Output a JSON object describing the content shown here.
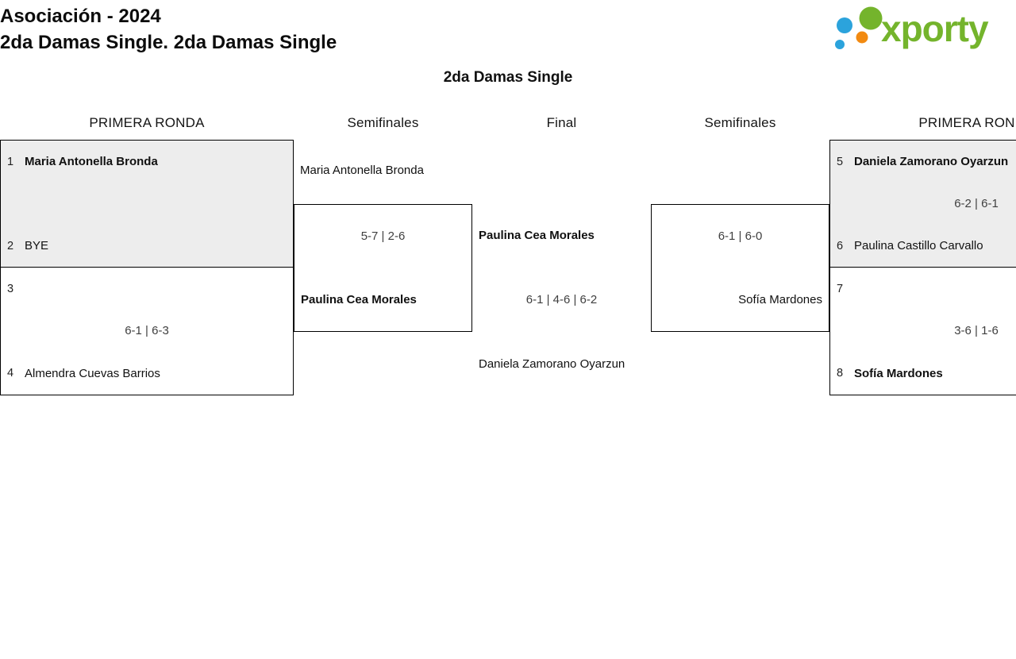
{
  "header": {
    "event_title": "Asociación - 2024",
    "category_title": "2da Damas Single. 2da Damas Single",
    "logo_text": "xporty"
  },
  "bracket": {
    "title": "2da Damas Single",
    "round_headers": [
      "PRIMERA RONDA",
      "Semifinales",
      "Final",
      "Semifinales",
      "PRIMERA RONDA"
    ]
  },
  "matches": {
    "left_r1_m1": {
      "seed_top": "1",
      "player_top": "Maria Antonella Bronda",
      "score": "",
      "seed_bottom": "2",
      "player_bottom": "BYE"
    },
    "left_r1_m2": {
      "seed_top": "3",
      "player_top": "",
      "score": "6-1 | 6-3",
      "seed_bottom": "4",
      "player_bottom": "Almendra Cuevas Barrios"
    },
    "left_semifinal": {
      "player_top": "Maria Antonella Bronda",
      "score": "5-7 | 2-6",
      "player_bottom": "Paulina Cea Morales"
    },
    "final": {
      "player_top": "Paulina Cea Morales",
      "score": "6-1 | 4-6 | 6-2",
      "player_bottom": "Daniela Zamorano Oyarzun"
    },
    "right_semifinal": {
      "score": "6-1 | 6-0",
      "player_bottom": "Sofía Mardones"
    },
    "right_r1_m1": {
      "seed_top": "5",
      "player_top": "Daniela Zamorano Oyarzun",
      "score": "6-2 | 6-1",
      "seed_bottom": "6",
      "player_bottom": "Paulina Castillo Carvallo"
    },
    "right_r1_m2": {
      "seed_top": "7",
      "player_top": "",
      "score": "3-6 | 1-6",
      "seed_bottom": "8",
      "player_bottom": "Sofía Mardones"
    }
  },
  "colors": {
    "logo_green": "#74b42c",
    "logo_blue": "#2ba3dc",
    "logo_orange": "#f28a11",
    "match_box_gray": "#ededed"
  }
}
